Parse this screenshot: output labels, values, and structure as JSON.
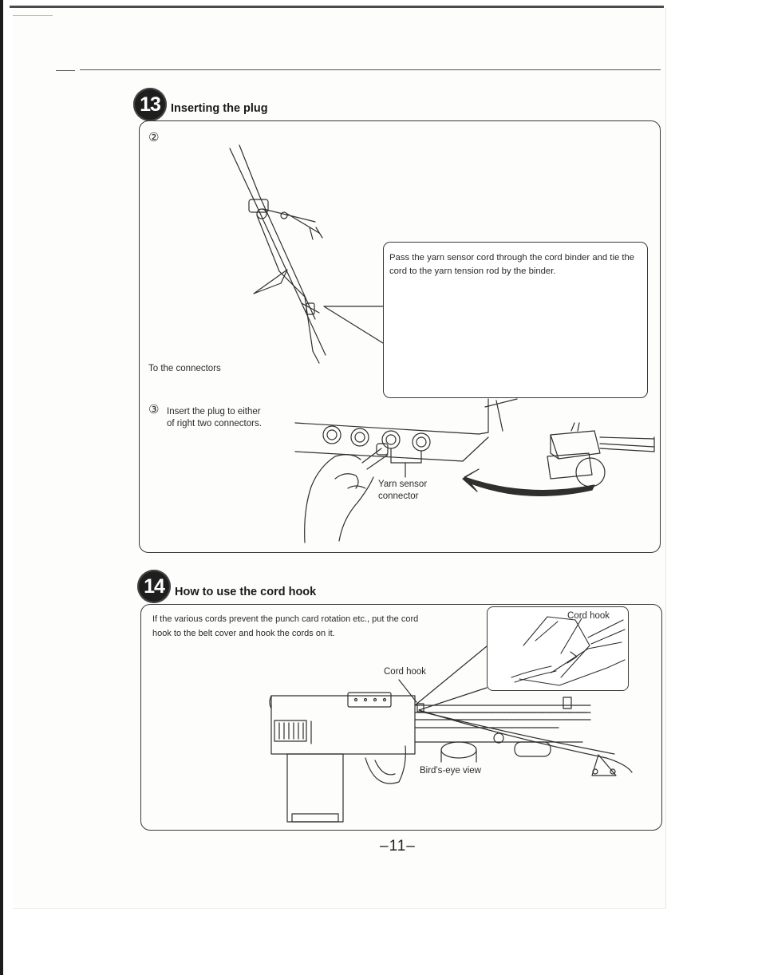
{
  "section13": {
    "number": "13",
    "title": "Inserting the plug",
    "step2_marker": "②",
    "step3_marker": "③",
    "to_connectors": "To the connectors",
    "callout_text": "Pass the yarn sensor cord through the cord binder and tie the cord to the yarn tension rod by the binder.",
    "step3_text_line1": "Insert the plug to either",
    "step3_text_line2": "of right two connectors.",
    "label_yarn_sensor": "Yarn sensor",
    "label_connector": "connector"
  },
  "section14": {
    "number": "14",
    "title": "How to use the cord hook",
    "intro_line1": "If the various cords prevent the punch card rotation etc., put the cord",
    "intro_line2": "hook to the belt cover and hook the cords on it.",
    "label_cord_hook": "Cord hook",
    "label_cord_hook_inset": "Cord hook",
    "label_birds_eye": "Bird's-eye view"
  },
  "footer": {
    "page_number": "–11–"
  }
}
